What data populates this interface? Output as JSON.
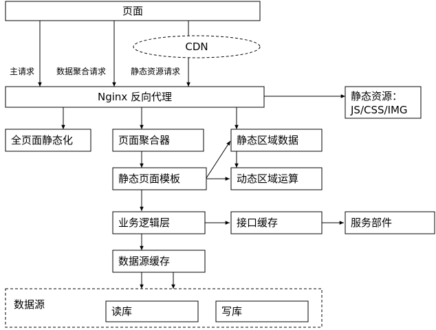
{
  "nodes": {
    "page": "页面",
    "cdn": "CDN",
    "nginx": "Nginx 反向代理",
    "static_resources": [
      "静态资源：",
      "JS/CSS/IMG"
    ],
    "full_page_static": "全页面静态化",
    "page_aggregator": "页面聚合器",
    "static_region_data": "静态区域数据",
    "static_page_template": "静态页面模板",
    "dynamic_region_compute": "动态区域运算",
    "business_logic_layer": "业务逻辑层",
    "interface_cache": "接口缓存",
    "service_component": "服务部件",
    "datasource_cache": "数据源缓存",
    "datasource": "数据源",
    "read_db": "读库",
    "write_db": "写库"
  },
  "edge_labels": {
    "main_request": "主请求",
    "data_aggregation_request": "数据聚合请求",
    "static_resource_request": "静态资源请求"
  }
}
